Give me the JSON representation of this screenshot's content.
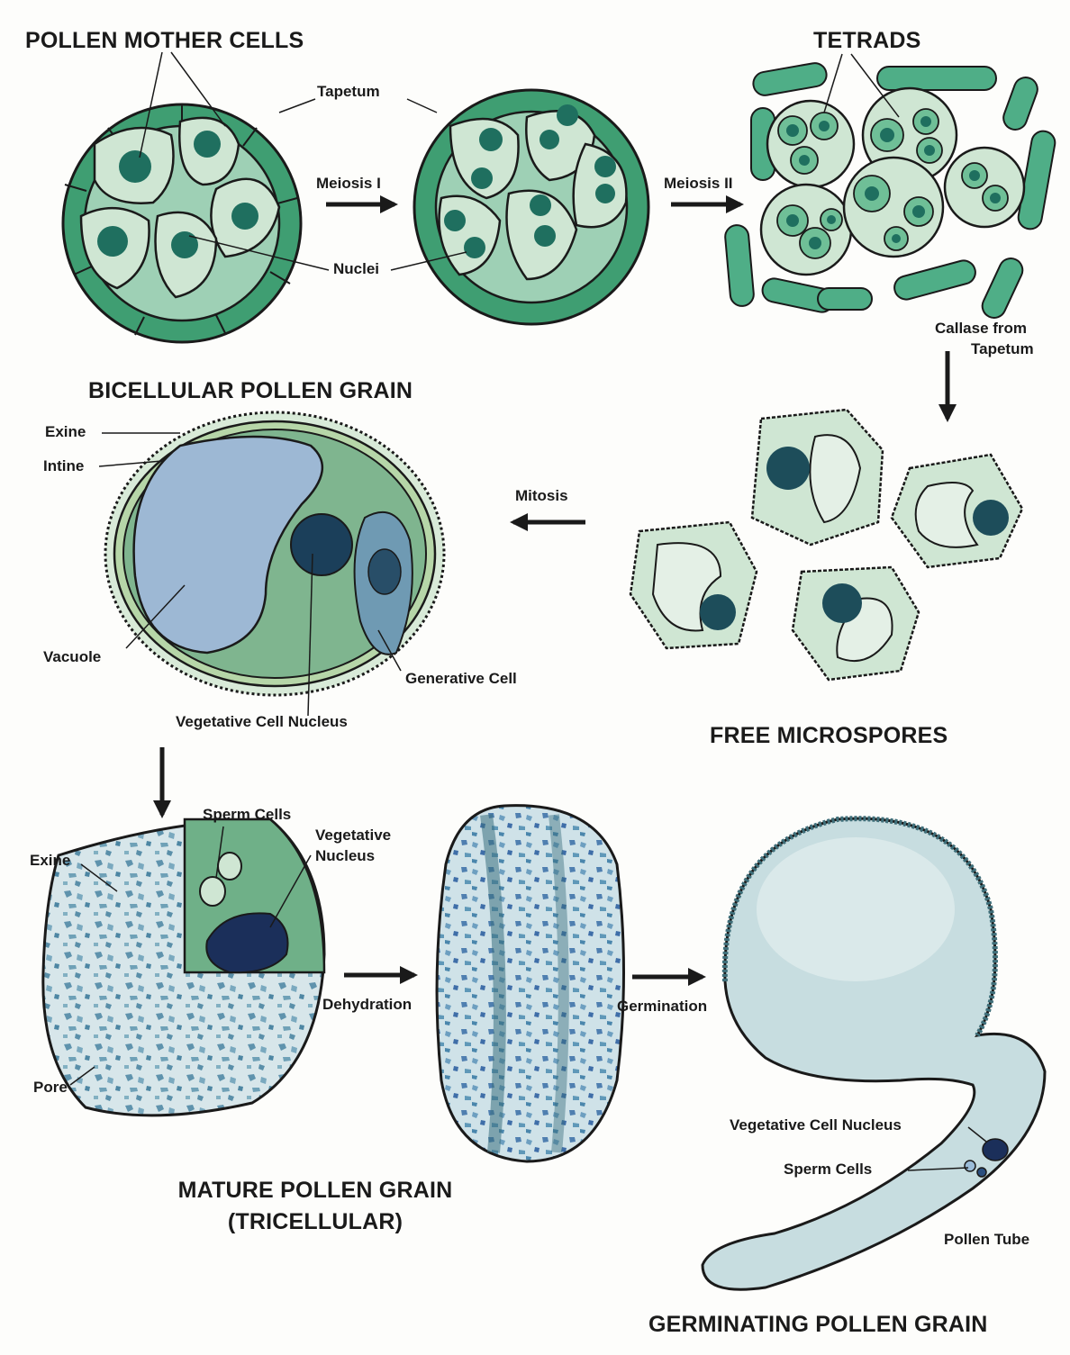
{
  "stages": {
    "pollen_mother_cells": "POLLEN MOTHER CELLS",
    "tetrads": "TETRADS",
    "bicellular": "BICELLULAR POLLEN GRAIN",
    "free_microspores": "FREE MICROSPORES",
    "mature_line1": "MATURE POLLEN GRAIN",
    "mature_line2": "(TRICELLULAR)",
    "germinating": "GERMINATING POLLEN GRAIN"
  },
  "transitions": {
    "meiosis1": "Meiosis I",
    "meiosis2": "Meiosis II",
    "callase_line1": "Callase from",
    "callase_line2": "Tapetum",
    "mitosis": "Mitosis",
    "dehydration": "Dehydration",
    "germination": "Germination"
  },
  "labels": {
    "tapetum": "Tapetum",
    "nuclei": "Nuclei",
    "exine": "Exine",
    "intine": "Intine",
    "vacuole": "Vacuole",
    "generative_cell": "Generative Cell",
    "vegetative_cell_nucleus": "Vegetative Cell Nucleus",
    "sperm_cells": "Sperm Cells",
    "vegetative_line1": "Vegetative",
    "vegetative_line2": "Nucleus",
    "exine2": "Exine",
    "pore": "Pore",
    "vegetative_cell_nucleus2": "Vegetative Cell Nucleus",
    "sperm_cells2": "Sperm Cells",
    "pollen_tube": "Pollen Tube"
  },
  "colors": {
    "tapetum_green": "#3f9e72",
    "cell_pale": "#cfe6d3",
    "nucleus": "#1f6f5f",
    "vacuole_blue": "#9db8d4",
    "exine_pattern": "#6b9fb8",
    "dark_nucleus": "#1b2f5a",
    "outline": "#1a1a1a"
  }
}
